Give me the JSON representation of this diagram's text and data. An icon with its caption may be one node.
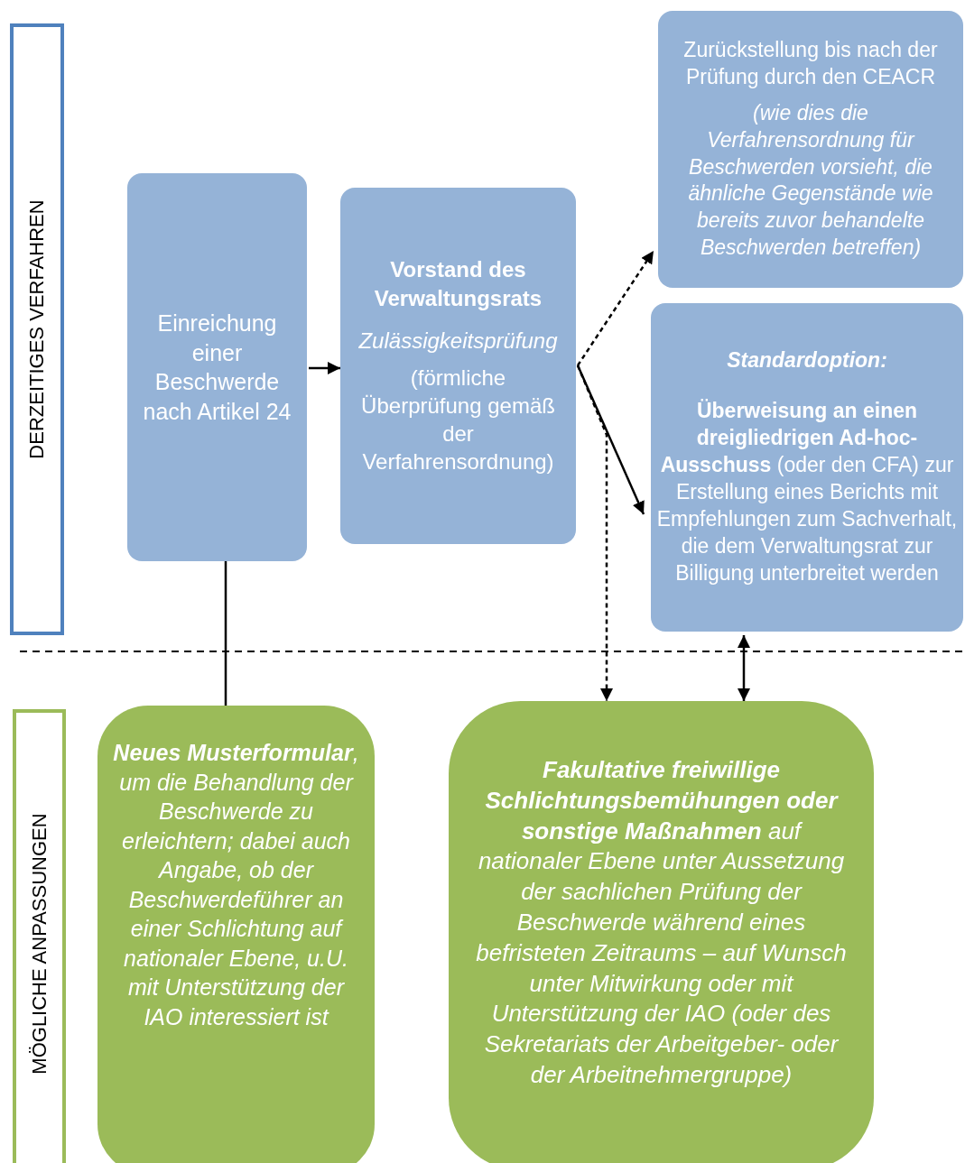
{
  "diagram": {
    "nodes": [
      {
        "text": [
          "DERZEITIGES VERFAHREN"
        ]
      },
      {
        "text": [
          "Einreichung einer Beschwerde nach Artikel 24"
        ]
      },
      {
        "text": [
          "Vorstand des Verwaltungsrats",
          "Zulässigkeitsprüfung",
          "(förmliche Überprüfung gemäß der Verfahrensordnung)"
        ]
      },
      {
        "text": [
          "Zurückstellung bis nach der Prüfung durch den CEACR",
          "(wie dies die Verfahrensordnung für Beschwerden vorsieht, die ähnliche Gegenstände wie bereits zuvor behandelte Beschwerden betreffen)"
        ]
      },
      {
        "text": [
          "Standardoption:",
          "**Überweisung an einen dreigliedrigen Ad-hoc-Ausschuss** (oder den CFA) zur Erstellung eines Berichts mit Empfehlungen zum Sachverhalt, die dem Verwaltungsrat zur Billigung unterbreitet werden"
        ]
      },
      {
        "text": [
          "MÖGLICHE ANPASSUNGEN"
        ]
      },
      {
        "text": [
          "**Neues Musterformular**, um die Behandlung der Beschwerde zu erleichtern; dabei auch Angabe, ob der Beschwerdeführer an einer Schlichtung auf nationaler Ebene, u.U. mit Unterstützung der IAO interessiert ist"
        ]
      },
      {
        "text": [
          "**Fakultative freiwillige Schlichtungsbemühungen oder sonstige Maßnahmen** auf nationaler Ebene unter Aussetzung der sachlichen Prüfung der Beschwerde während eines befristeten Zeitraums – auf Wunsch unter Mitwirkung oder mit Unterstützung der IAO (oder des Sekretariats der Arbeitgeber- oder der Arbeitnehmergruppe)"
        ]
      }
    ],
    "edges": [
      {
        "from": 1,
        "to": 2,
        "arrow": "to"
      },
      {
        "from": 2,
        "to": 3,
        "arrow": "to",
        "style": "dashed"
      },
      {
        "from": 2,
        "to": 4,
        "arrow": "to"
      },
      {
        "from": 2,
        "to": 7,
        "arrow": "to",
        "style": "dashed"
      },
      {
        "from": 4,
        "to": 7,
        "arrow": "both"
      },
      {
        "from": 1,
        "to": 6,
        "arrow": "none"
      }
    ]
  }
}
